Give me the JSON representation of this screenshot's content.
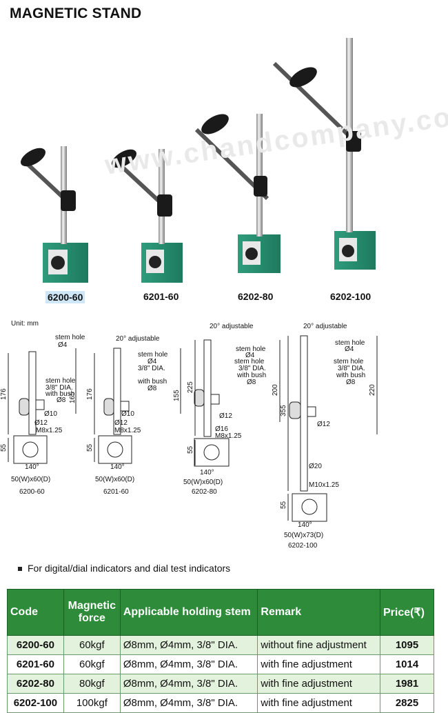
{
  "page_title": "MAGNETIC STAND",
  "watermark": "www.chandcompany.com",
  "models": [
    {
      "code": "6200-60"
    },
    {
      "code": "6201-60"
    },
    {
      "code": "6202-80"
    },
    {
      "code": "6202-100"
    }
  ],
  "diagram": {
    "unit": "Unit: mm",
    "adjustable": "20° adjustable",
    "labels": {
      "stem_hole": "stem hole",
      "d4": "Ø4",
      "d38": "3/8\" DIA.",
      "with_bush": "with bush",
      "d8": "Ø8",
      "d10": "Ø10",
      "d12": "Ø12",
      "d16": "Ø16",
      "d20": "Ø20",
      "m8": "M8x1.25",
      "m10": "M10x1.25",
      "a140": "140°",
      "base_a": "50(W)x60(D)",
      "base_b": "50(W)x73(D)"
    },
    "dims": {
      "d176": "176",
      "d165": "165",
      "d55": "55",
      "d225": "225",
      "d155": "155",
      "d200": "200",
      "d355": "355",
      "d220": "220"
    }
  },
  "note": "For digital/dial indicators and dial test indicators",
  "table": {
    "headers": [
      "Code",
      "Magnetic force",
      "Applicable holding stem",
      "Remark",
      "Price(₹)"
    ],
    "header_force_l1": "Magnetic",
    "header_force_l2": "force",
    "rows": [
      {
        "code": "6200-60",
        "force": "60kgf",
        "stem": "Ø8mm, Ø4mm, 3/8\" DIA.",
        "remark": "without fine adjustment",
        "price": "1095"
      },
      {
        "code": "6201-60",
        "force": "60kgf",
        "stem": "Ø8mm, Ø4mm, 3/8\" DIA.",
        "remark": "with fine adjustment",
        "price": "1014"
      },
      {
        "code": "6202-80",
        "force": "80kgf",
        "stem": "Ø8mm, Ø4mm, 3/8\" DIA.",
        "remark": "with fine adjustment",
        "price": "1981"
      },
      {
        "code": "6202-100",
        "force": "100kgf",
        "stem": "Ø8mm, Ø4mm, 3/8\" DIA.",
        "remark": "with fine adjustment",
        "price": "2825"
      }
    ]
  }
}
